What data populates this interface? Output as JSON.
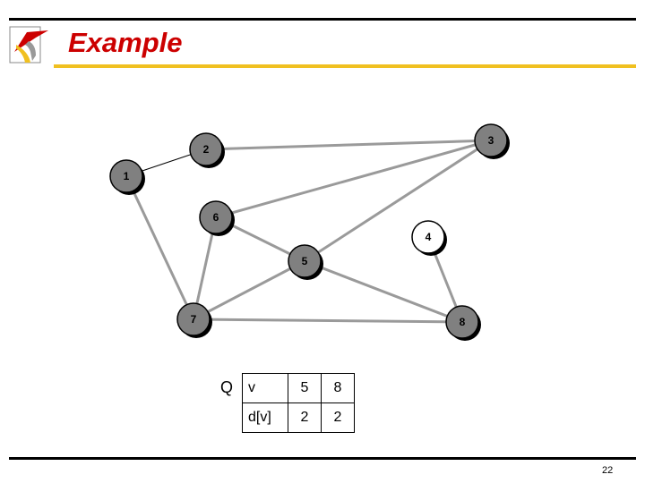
{
  "slide": {
    "title": "Example",
    "page_number": "22",
    "logo_icon": "university-logo-icon"
  },
  "graph": {
    "nodes": [
      {
        "id": "1",
        "label": "1",
        "fill": "#808080"
      },
      {
        "id": "2",
        "label": "2",
        "fill": "#808080"
      },
      {
        "id": "3",
        "label": "3",
        "fill": "#808080"
      },
      {
        "id": "4",
        "label": "4",
        "fill": "#ffffff"
      },
      {
        "id": "5",
        "label": "5",
        "fill": "#808080"
      },
      {
        "id": "6",
        "label": "6",
        "fill": "#808080"
      },
      {
        "id": "7",
        "label": "7",
        "fill": "#808080"
      },
      {
        "id": "8",
        "label": "8",
        "fill": "#808080"
      }
    ],
    "edges": [
      {
        "from": "1",
        "to": "2",
        "style": "thin"
      },
      {
        "from": "2",
        "to": "3",
        "style": "gray"
      },
      {
        "from": "1",
        "to": "7",
        "style": "gray"
      },
      {
        "from": "6",
        "to": "3",
        "style": "gray"
      },
      {
        "from": "6",
        "to": "7",
        "style": "gray"
      },
      {
        "from": "6",
        "to": "5",
        "style": "gray"
      },
      {
        "from": "5",
        "to": "3",
        "style": "gray"
      },
      {
        "from": "5",
        "to": "7",
        "style": "gray"
      },
      {
        "from": "5",
        "to": "8",
        "style": "gray"
      },
      {
        "from": "4",
        "to": "8",
        "style": "gray"
      },
      {
        "from": "7",
        "to": "8",
        "style": "gray"
      }
    ]
  },
  "queue": {
    "label": "Q",
    "row_headers": [
      "v",
      "d[v]"
    ],
    "columns": [
      {
        "v": "5",
        "d": "2"
      },
      {
        "v": "8",
        "d": "2"
      }
    ]
  },
  "colors": {
    "title": "#cc0000",
    "title_rule": "#f0c020",
    "edge": "#9a9a9a",
    "node_gray": "#808080"
  }
}
